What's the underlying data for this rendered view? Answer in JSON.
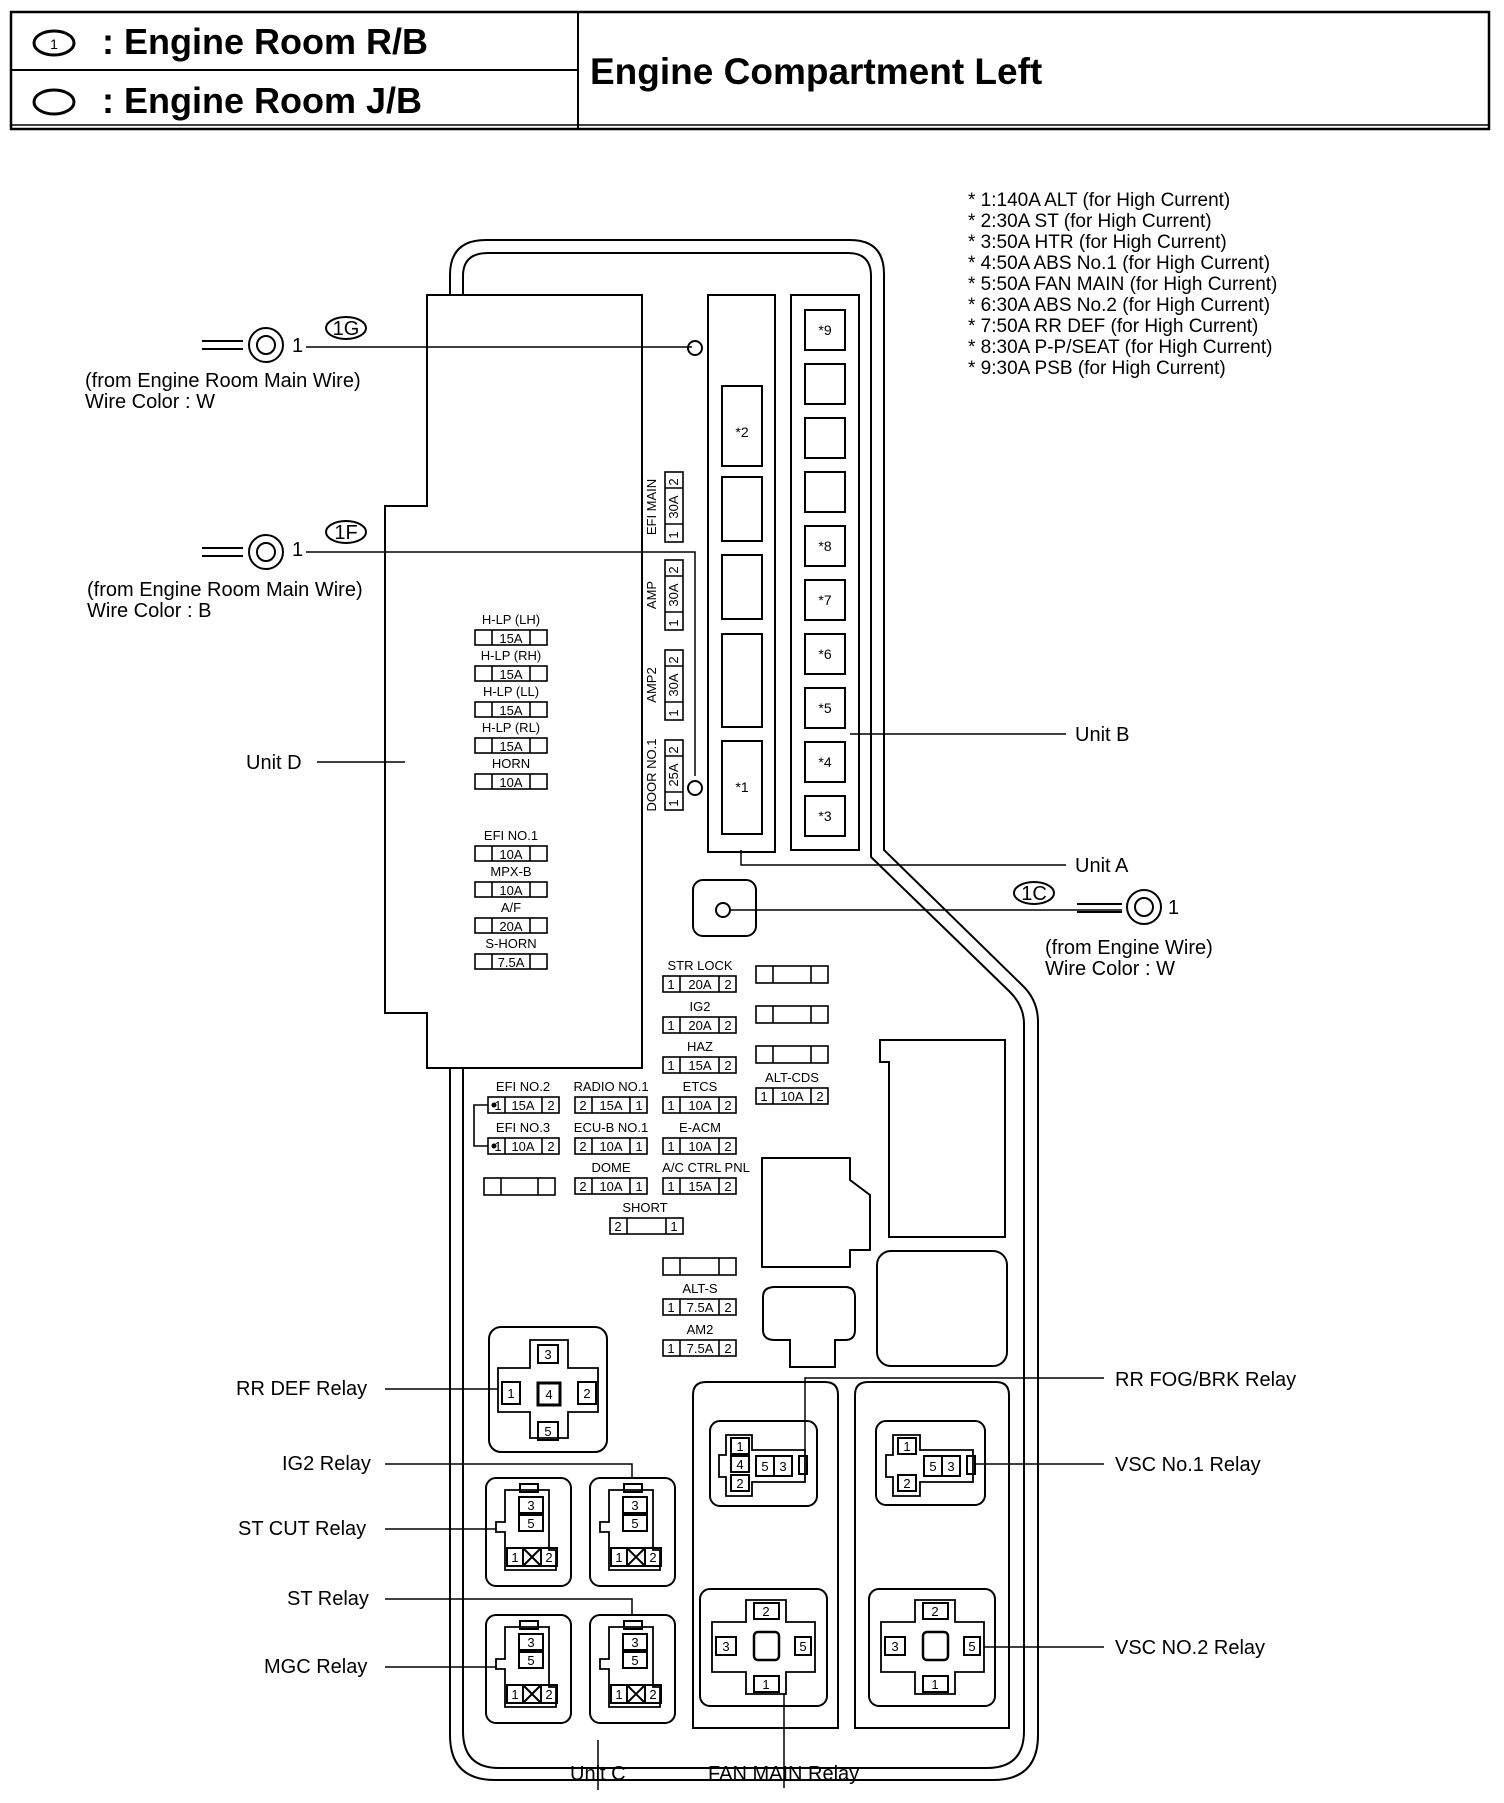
{
  "header": {
    "legend_rb_symbol": "1",
    "legend_rb_text": ": Engine Room R/B",
    "legend_jb_text": ": Engine Room J/B",
    "title": "Engine Compartment Left"
  },
  "notes": [
    "* 1:140A ALT (for High Current)",
    "* 2:30A ST (for High Current)",
    "* 3:50A HTR (for High Current)",
    "* 4:50A ABS No.1 (for High Current)",
    "* 5:50A FAN MAIN (for High Current)",
    "* 6:30A ABS No.2 (for High Current)",
    "* 7:50A RR DEF (for High Current)",
    "* 8:30A P-P/SEAT (for High Current)",
    "* 9:30A PSB (for High Current)"
  ],
  "connectors": {
    "c1g": {
      "code": "1G",
      "pin": "1",
      "source": "(from Engine Room Main Wire)",
      "wire": "Wire Color : W"
    },
    "c1f": {
      "code": "1F",
      "pin": "1",
      "source": "(from Engine Room Main Wire)",
      "wire": "Wire Color : B"
    },
    "c1c": {
      "code": "1C",
      "pin": "1",
      "source": "(from Engine Wire)",
      "wire": "Wire Color : W"
    }
  },
  "units": {
    "unit_a": "Unit A",
    "unit_b": "Unit B",
    "unit_c": "Unit C",
    "unit_d": "Unit D"
  },
  "unit_b_slots": [
    "*9",
    "",
    "",
    "",
    "*8",
    "*7",
    "*6",
    "*5",
    "*4",
    "*3"
  ],
  "unit_a_slots": [
    "*2",
    "*1"
  ],
  "vertical_fuses": [
    {
      "name": "EFI MAIN",
      "rating": "30A",
      "top": "2",
      "bottom": "1"
    },
    {
      "name": "AMP",
      "rating": "30A",
      "top": "2",
      "bottom": "1"
    },
    {
      "name": "AMP2",
      "rating": "30A",
      "top": "2",
      "bottom": "1"
    },
    {
      "name": "DOOR NO.1",
      "rating": "25A",
      "top": "2",
      "bottom": "1"
    }
  ],
  "unit_d_fuses": [
    {
      "name": "H-LP (LH)",
      "rating": "15A"
    },
    {
      "name": "H-LP (RH)",
      "rating": "15A"
    },
    {
      "name": "H-LP (LL)",
      "rating": "15A"
    },
    {
      "name": "H-LP (RL)",
      "rating": "15A"
    },
    {
      "name": "HORN",
      "rating": "10A"
    },
    {
      "name": "EFI NO.1",
      "rating": "10A"
    },
    {
      "name": "MPX-B",
      "rating": "10A"
    },
    {
      "name": "A/F",
      "rating": "20A"
    },
    {
      "name": "S-HORN",
      "rating": "7.5A"
    }
  ],
  "fuses": [
    {
      "name": "STR LOCK",
      "rating": "20A",
      "left": "1",
      "right": "2"
    },
    {
      "name": "IG2",
      "rating": "20A",
      "left": "1",
      "right": "2"
    },
    {
      "name": "HAZ",
      "rating": "15A",
      "left": "1",
      "right": "2"
    },
    {
      "name": "ETCS",
      "rating": "10A",
      "left": "1",
      "right": "2"
    },
    {
      "name": "E-ACM",
      "rating": "10A",
      "left": "1",
      "right": "2"
    },
    {
      "name": "A/C CTRL PNL",
      "rating": "15A",
      "left": "1",
      "right": "2"
    },
    {
      "name": "ALT-CDS",
      "rating": "10A",
      "left": "1",
      "right": "2"
    },
    {
      "name": "EFI NO.2",
      "rating": "15A",
      "left": "1",
      "right": "2"
    },
    {
      "name": "EFI NO.3",
      "rating": "10A",
      "left": "1",
      "right": "2"
    },
    {
      "name": "RADIO NO.1",
      "rating": "15A",
      "left": "2",
      "right": "1"
    },
    {
      "name": "ECU-B NO.1",
      "rating": "10A",
      "left": "2",
      "right": "1"
    },
    {
      "name": "DOME",
      "rating": "10A",
      "left": "2",
      "right": "1"
    },
    {
      "name": "ALT-S",
      "rating": "7.5A",
      "left": "1",
      "right": "2"
    },
    {
      "name": "AM2",
      "rating": "7.5A",
      "left": "1",
      "right": "2"
    }
  ],
  "short": {
    "name": "SHORT",
    "left": "2",
    "right": "1"
  },
  "relays": {
    "rr_def": "RR DEF Relay",
    "ig2": "IG2 Relay",
    "st_cut": "ST CUT Relay",
    "st": "ST Relay",
    "mgc": "MGC Relay",
    "rr_fog_brk": "RR FOG/BRK Relay",
    "vsc_no1": "VSC No.1 Relay",
    "vsc_no2": "VSC NO.2 Relay",
    "fan_main": "FAN MAIN Relay"
  },
  "pins": {
    "p1": "1",
    "p2": "2",
    "p3": "3",
    "p4": "4",
    "p5": "5"
  }
}
